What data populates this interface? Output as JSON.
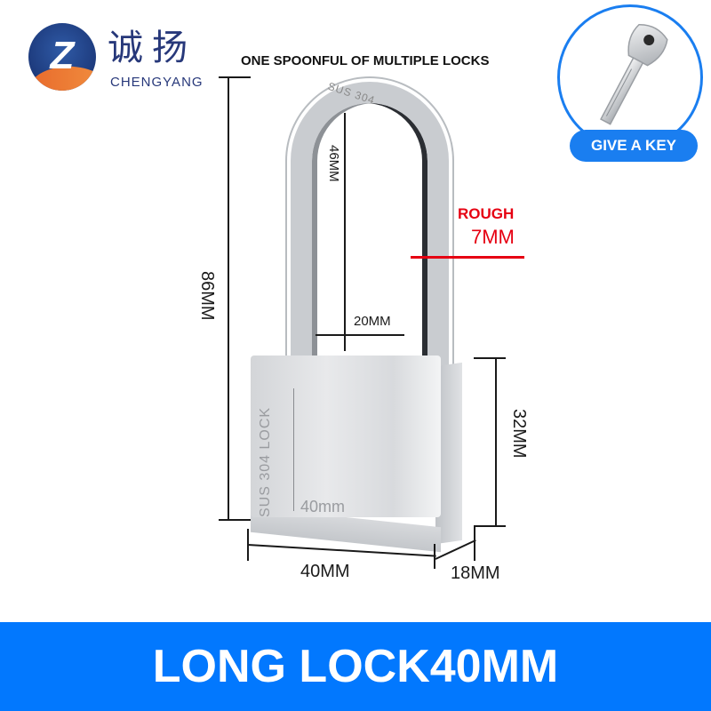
{
  "brand": {
    "name_cn": "诚扬",
    "name_en": "CHENGYANG",
    "logo_letter": "Z",
    "colors": {
      "primary": "#27387a",
      "accent": "#e86a2c"
    }
  },
  "tagline": "ONE SPOONFUL OF MULTIPLE LOCKS",
  "key_badge": {
    "icon": "key-icon",
    "label": "GIVE A KEY",
    "color": "#1a7ef0"
  },
  "lock": {
    "shackle_engraving": "SUS 304",
    "body_engraving": "SUS 304 LOCK",
    "body_size_engraving": "40mm"
  },
  "dimensions": {
    "total_height": "86MM",
    "shackle_height": "46MM",
    "shackle_width": "20MM",
    "body_height": "32MM",
    "body_width": "40MM",
    "body_depth": "18MM",
    "shackle_thickness_label": "ROUGH",
    "shackle_thickness": "7MM",
    "highlight_color": "#e60012"
  },
  "banner": {
    "title": "LONG LOCK40MM",
    "color": "#0278fe"
  }
}
